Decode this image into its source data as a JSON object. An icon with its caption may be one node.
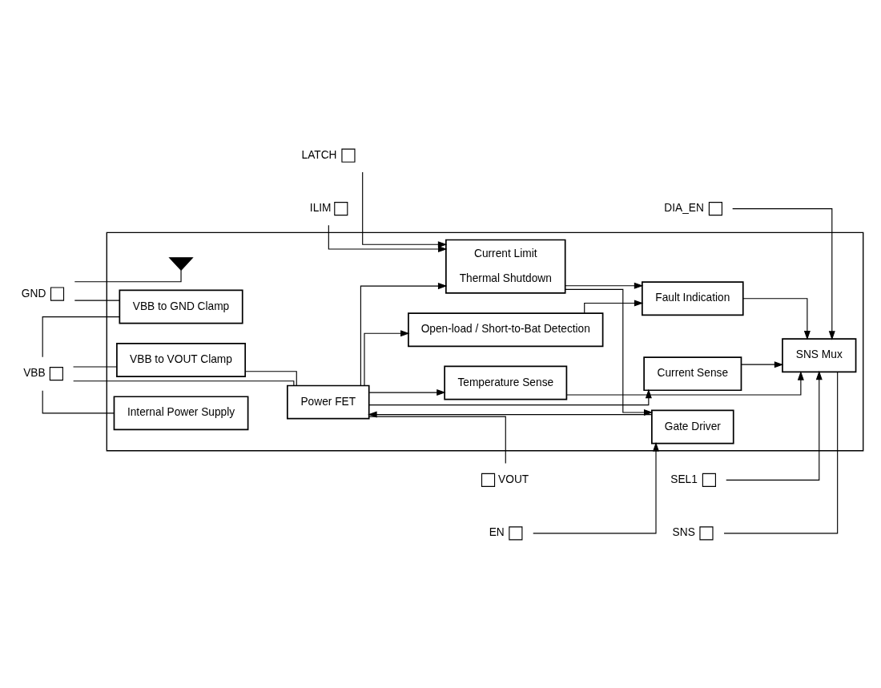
{
  "diagram": {
    "nodes": [
      {
        "text": [],
        "shape": "box"
      },
      {
        "text": [
          "VBB"
        ]
      },
      {
        "text": [
          "GND"
        ]
      },
      {
        "text": [
          "EN"
        ]
      },
      {
        "text": [
          "LATCH"
        ]
      },
      {
        "text": [
          "ILIM"
        ]
      },
      {
        "text": [
          "DIA_EN"
        ]
      },
      {
        "text": [
          "SEL1"
        ]
      },
      {
        "text": [
          "SNS"
        ]
      },
      {
        "text": [
          "VOUT"
        ]
      },
      {
        "text": [
          "VBB to GND Clamp"
        ],
        "in": 0
      },
      {
        "text": [
          "Internal Power Supply"
        ],
        "in": 0
      },
      {
        "text": [
          "VBB to VOUT Clamp"
        ],
        "in": 0
      },
      {
        "text": [
          "Gate Driver"
        ],
        "in": 0
      },
      {
        "text": [
          "Power FET"
        ],
        "in": 0
      },
      {
        "text": [
          "Current Limit",
          "Thermal Shutdown"
        ],
        "in": 0
      },
      {
        "text": [
          "Open-load / Short-to-Bat Detection"
        ],
        "in": 0
      },
      {
        "text": [
          "Fault Indication"
        ],
        "in": 0
      },
      {
        "text": [
          "SNS Mux"
        ],
        "in": 0
      },
      {
        "text": [
          "Current Sense"
        ],
        "in": 0
      },
      {
        "text": [
          "Temperature Sense"
        ],
        "in": 0
      },
      {
        "text": [],
        "shape": "ground",
        "in": 0
      }
    ],
    "edges": [
      {
        "from": 1,
        "to": 10,
        "arrow": "none"
      },
      {
        "from": 1,
        "to": 11,
        "arrow": "none"
      },
      {
        "from": 1,
        "to": 12,
        "arrow": "none"
      },
      {
        "from": 1,
        "to": 14,
        "arrow": "none"
      },
      {
        "from": 2,
        "to": 10,
        "arrow": "none"
      },
      {
        "from": 2,
        "to": 21,
        "arrow": "none"
      },
      {
        "from": 12,
        "to": 14,
        "arrow": "none"
      },
      {
        "from": 14,
        "to": 9,
        "arrow": "none"
      },
      {
        "from": 3,
        "to": 13,
        "arrow": "to"
      },
      {
        "from": 13,
        "to": 14,
        "arrow": "to"
      },
      {
        "from": 15,
        "to": 13,
        "arrow": "to"
      },
      {
        "from": 4,
        "to": 15,
        "arrow": "to"
      },
      {
        "from": 5,
        "to": 15,
        "arrow": "to"
      },
      {
        "from": 14,
        "to": 15,
        "arrow": "to"
      },
      {
        "from": 14,
        "to": 16,
        "arrow": "to"
      },
      {
        "from": 15,
        "to": 17,
        "arrow": "to"
      },
      {
        "from": 16,
        "to": 17,
        "arrow": "to"
      },
      {
        "from": 6,
        "to": 18,
        "arrow": "to"
      },
      {
        "from": 7,
        "to": 18,
        "arrow": "to"
      },
      {
        "from": 8,
        "to": 18,
        "arrow": "none"
      },
      {
        "from": 17,
        "to": 18,
        "arrow": "to"
      },
      {
        "from": 19,
        "to": 18,
        "arrow": "to"
      },
      {
        "from": 20,
        "to": 18,
        "arrow": "to"
      },
      {
        "from": 14,
        "to": 19,
        "arrow": "to"
      },
      {
        "from": 14,
        "to": 20,
        "arrow": "to"
      }
    ]
  }
}
